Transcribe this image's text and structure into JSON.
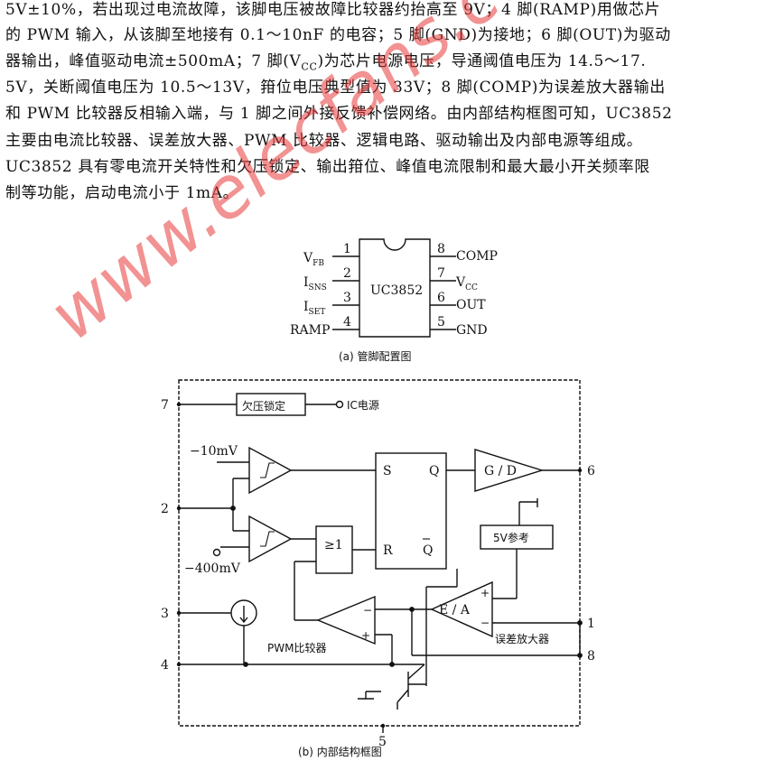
{
  "paragraph": {
    "lines": [
      "5V±10%，若出现过电流故障，该脚电压被故障比较器约抬高至 9V；4 脚(RAMP)用做芯片",
      "的 PWM 输入，从该脚至地接有 0.1～10nF 的电容；5 脚(GND)为接地；6 脚(OUT)为驱动",
      "器输出，峰值驱动电流±500mA；7 脚(V",
      "5V，关断阈值电压为 10.5～13V，箝位电压典型值为 33V；8 脚(COMP)为误差放大器输出",
      "和 PWM 比较器反相输入端，与 1 脚之间外接反馈补偿网络。由内部结构框图可知，UC3852",
      "主要由电流比较器、误差放大器、PWM 比较器、逻辑电路、驱动输出及内部电源等组成。",
      "UC3852 具有零电流开关特性和欠压锁定、输出箝位、峰值电流限制和最大最小开关频率限",
      "制等功能，启动电流小于 1mA。"
    ],
    "line3_sub": "CC",
    "line3_tail": ")为芯片电源电压，导通阈值电压为 14.5～17."
  },
  "watermark": "www.elecfans.com",
  "pinout": {
    "chip_label": "UC3852",
    "caption": "(a) 管脚配置图",
    "left_pins": [
      {
        "num": "1",
        "name": "V",
        "sub": "FB"
      },
      {
        "num": "2",
        "name": "I",
        "sub": "SNS"
      },
      {
        "num": "3",
        "name": "I",
        "sub": "SET"
      },
      {
        "num": "4",
        "name": "RAMP",
        "sub": ""
      }
    ],
    "right_pins": [
      {
        "num": "8",
        "name": "COMP",
        "sub": ""
      },
      {
        "num": "7",
        "name": "V",
        "sub": "CC"
      },
      {
        "num": "6",
        "name": "OUT",
        "sub": ""
      },
      {
        "num": "5",
        "name": "GND",
        "sub": ""
      }
    ]
  },
  "block": {
    "caption": "(b) 内部结构框图",
    "uvlo": "欠压锁定",
    "ic_power": "IC电源",
    "ref_5v": "5V参考",
    "gd": "G / D",
    "ea": "E / A",
    "ea_name": "误差放大器",
    "pwm_name": "PWM比较器",
    "or_gate": "≥1",
    "s": "S",
    "r": "R",
    "q": "Q",
    "qbar": "Q",
    "v_minus10": "−10mV",
    "v_minus400": "−400mV",
    "plus": "+",
    "minus": "−",
    "pins": {
      "p7": "7",
      "p2": "2",
      "p3": "3",
      "p4": "4",
      "p5": "5",
      "p6": "6",
      "p1": "1",
      "p8": "8"
    }
  }
}
